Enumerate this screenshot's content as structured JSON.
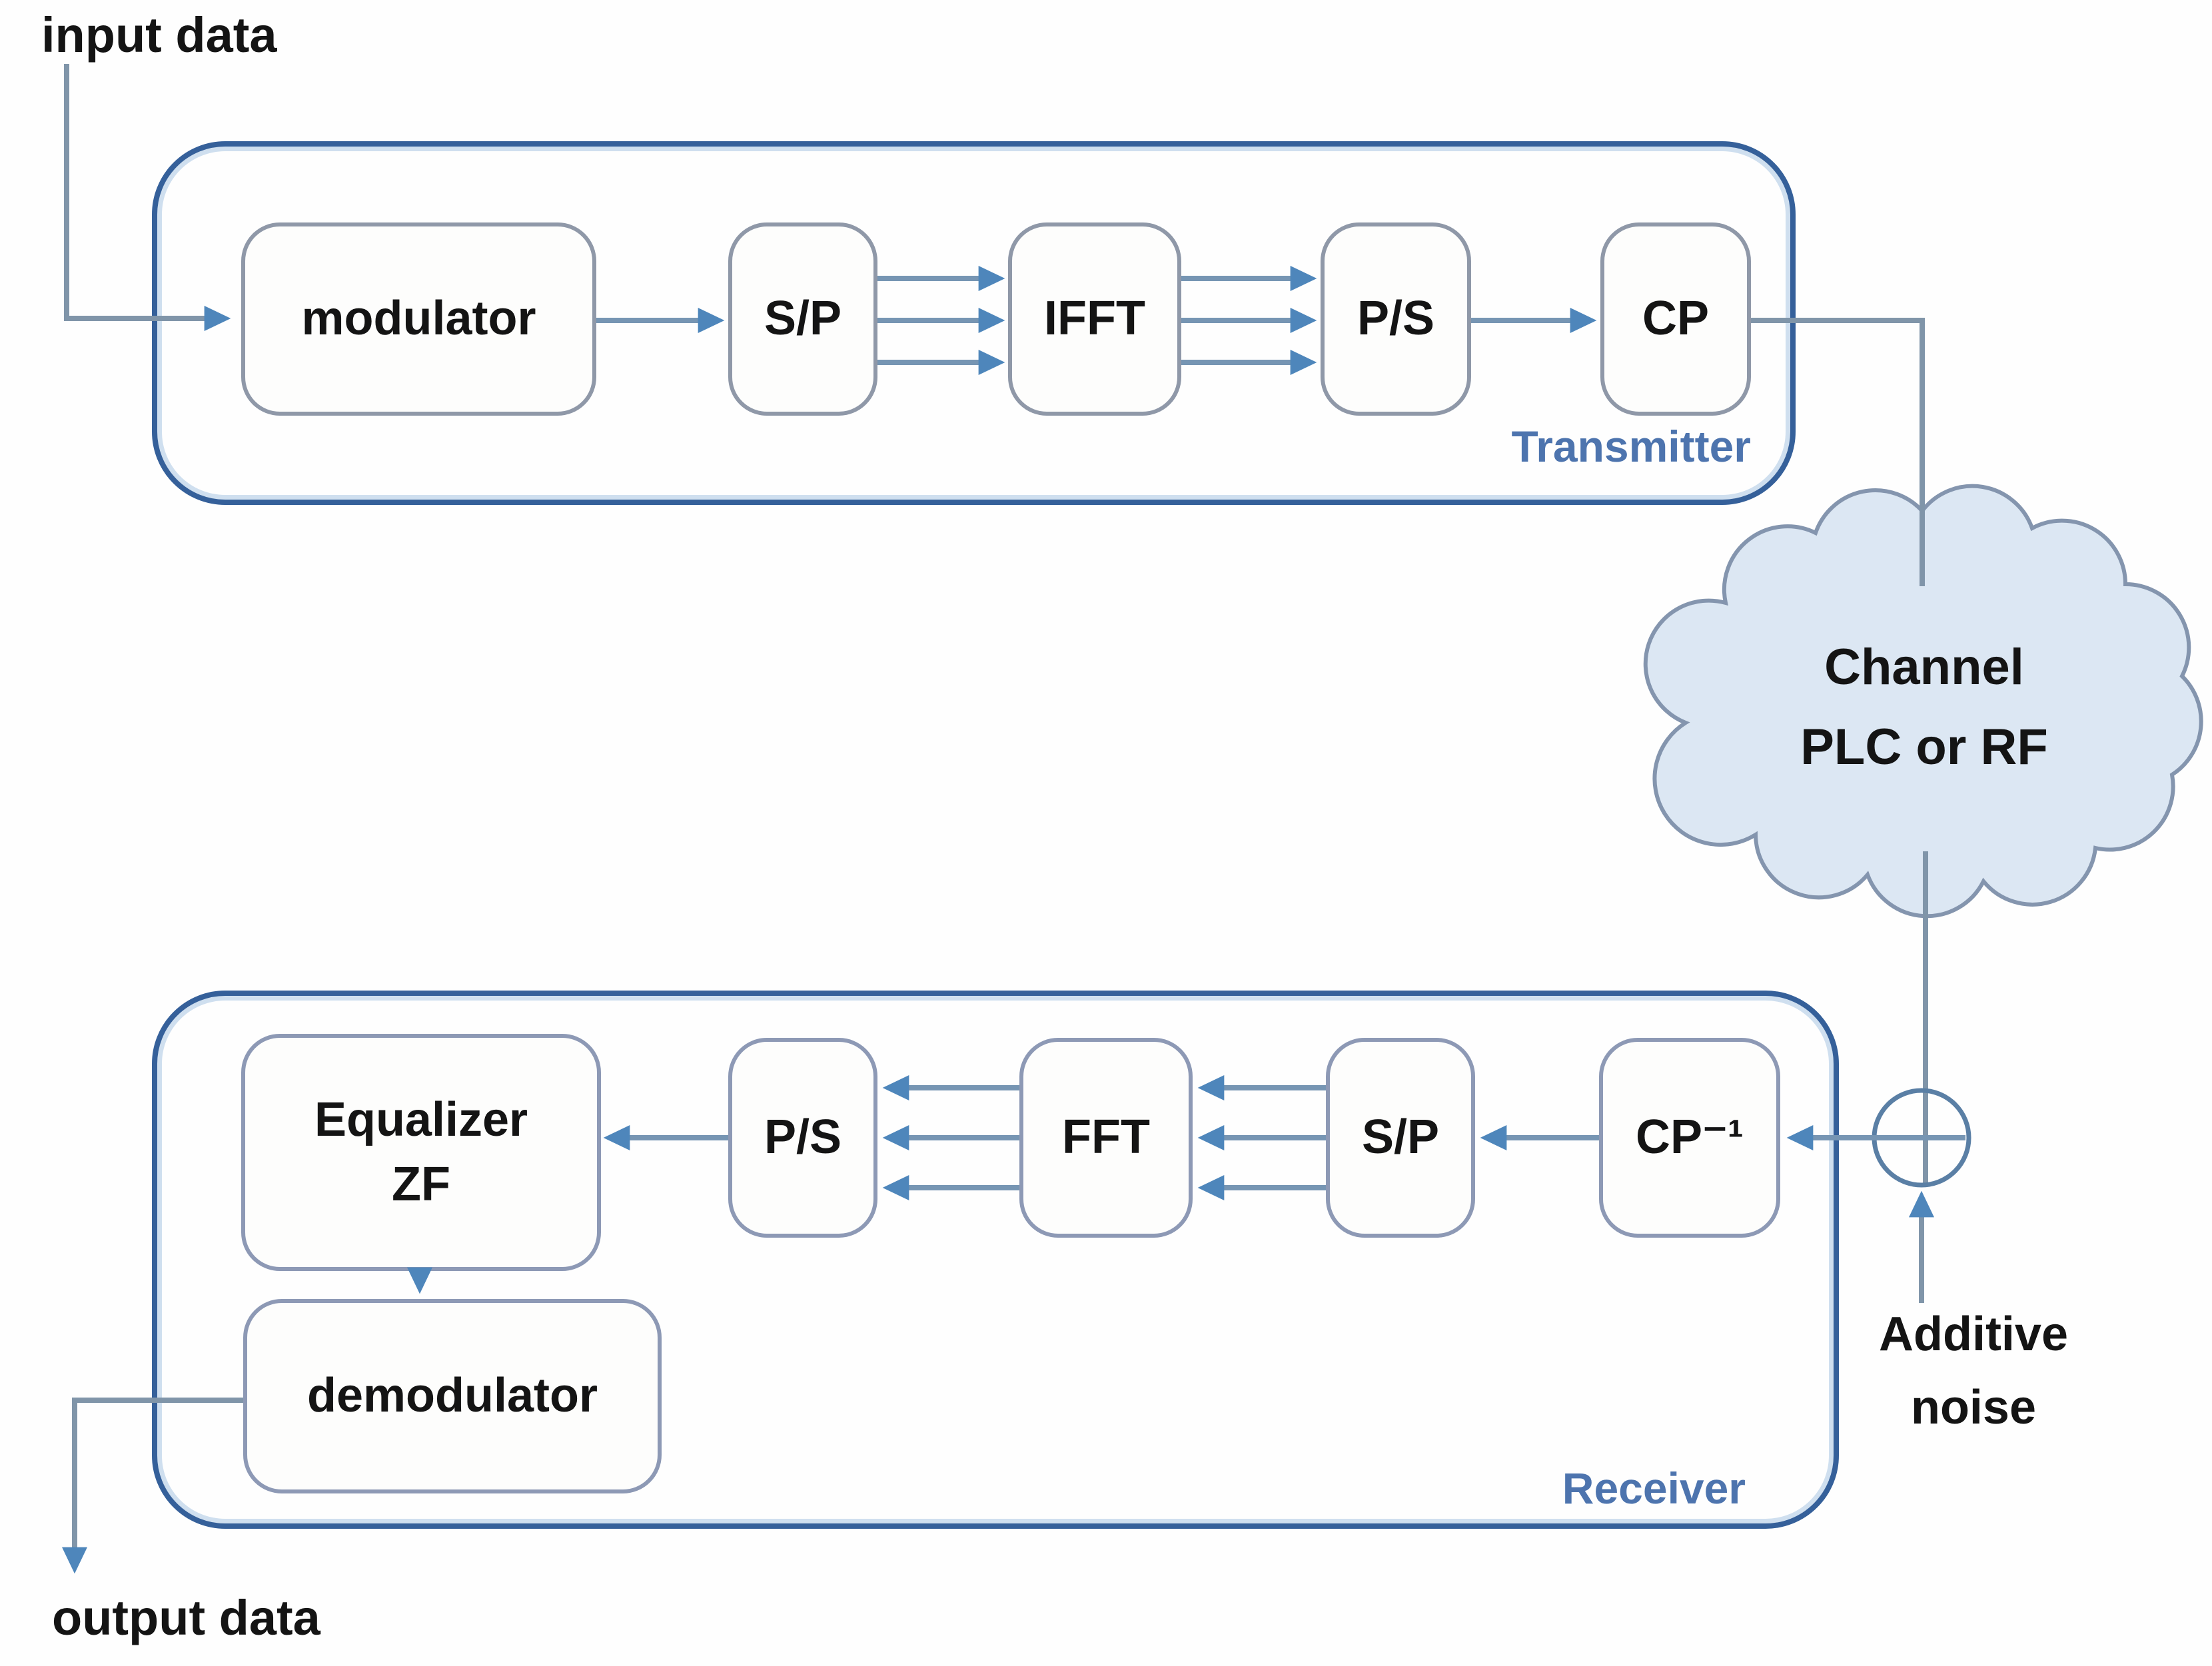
{
  "figure": {
    "input_label": "input data",
    "output_label": "output data"
  },
  "transmitter": {
    "label": "Transmitter",
    "blocks": [
      {
        "label": "modulator"
      },
      {
        "label": "S/P"
      },
      {
        "label": "IFFT"
      },
      {
        "label": "P/S"
      },
      {
        "label": "CP"
      }
    ]
  },
  "channel": {
    "line1": "Channel",
    "line2": "PLC or RF"
  },
  "noise": {
    "line1": "Additive",
    "line2": "noise"
  },
  "receiver": {
    "label": "Receiver",
    "blocks": [
      {
        "label": "CP⁻¹"
      },
      {
        "label": "S/P"
      },
      {
        "label": "FFT"
      },
      {
        "label": "P/S"
      }
    ],
    "equalizer": {
      "line1": "Equalizer",
      "line2": "ZF"
    },
    "demodulator_label": "demodulator"
  },
  "colors": {
    "container_border": "#35609a",
    "block_border": "#8f98a8",
    "receiver_block_border": "#8d99b5",
    "section_label_text": "#4d74ae",
    "wire": "#7695b3",
    "arrowhead": "#4e86bb",
    "cloud_fill": "#dce7f3",
    "cloud_border": "#8495ae",
    "text": "#141414"
  }
}
